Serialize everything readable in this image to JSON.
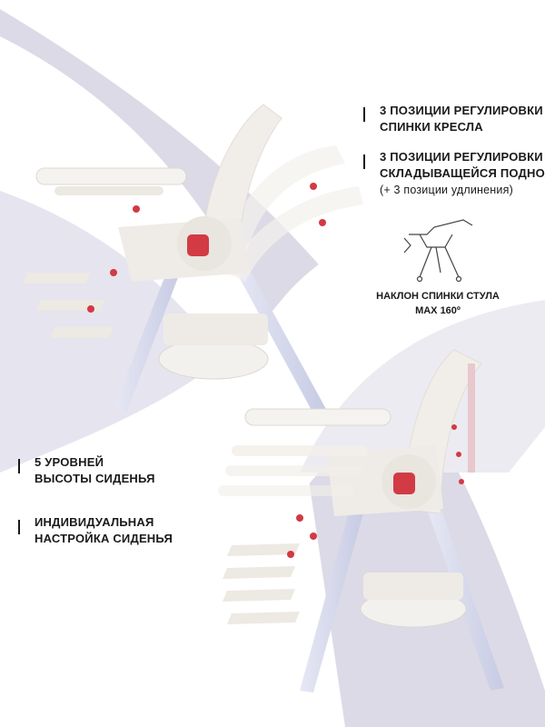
{
  "features": {
    "backrest": {
      "line1": "3 ПОЗИЦИИ РЕГУЛИРОВКИ",
      "line2": "СПИНКИ КРЕСЛА"
    },
    "footrest": {
      "line1": "3 ПОЗИЦИИ РЕГУЛИРОВКИ",
      "line2": "СКЛАДЫВАЩЕЙСЯ ПОДНОЖКИ",
      "line3": "(+ 3 позиции удлинения)"
    },
    "recline": {
      "line1": "НАКЛОН СПИНКИ СТУЛА",
      "line2": "MAX 160º"
    },
    "height": {
      "line1": "5 УРОВНЕЙ",
      "line2": "ВЫСОТЫ СИДЕНЬЯ"
    },
    "custom": {
      "line1": "ИНДИВИДУАЛЬНАЯ",
      "line2": "НАСТРОЙКА СИДЕНЬЯ"
    }
  },
  "colors": {
    "background": "#ffffff",
    "swoosh": "#d9d7e3",
    "chair": "#f1eeea",
    "accent": "#d23a44",
    "frame": "#cfd3e8",
    "text": "#1a1a1a"
  },
  "icons": [
    "highchair-recline-icon"
  ]
}
